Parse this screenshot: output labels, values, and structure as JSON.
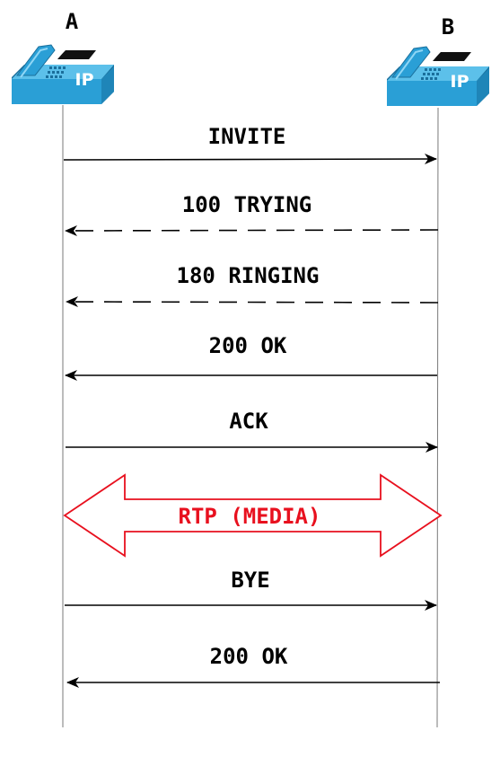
{
  "endpoints": {
    "a": {
      "label": "A",
      "icon": "ip-phone-icon",
      "badge": "IP"
    },
    "b": {
      "label": "B",
      "icon": "ip-phone-icon",
      "badge": "IP"
    }
  },
  "messages": [
    {
      "label": "INVITE",
      "direction": "a-to-b",
      "style": "solid"
    },
    {
      "label": "100 TRYING",
      "direction": "b-to-a",
      "style": "dashed"
    },
    {
      "label": "180 RINGING",
      "direction": "b-to-a",
      "style": "dashed"
    },
    {
      "label": "200 OK",
      "direction": "b-to-a",
      "style": "solid"
    },
    {
      "label": "ACK",
      "direction": "a-to-b",
      "style": "solid"
    }
  ],
  "media": {
    "label": "RTP (MEDIA)",
    "color": "#e8101e",
    "direction": "bidirectional"
  },
  "teardown": [
    {
      "label": "BYE",
      "direction": "a-to-b",
      "style": "solid"
    },
    {
      "label": "200 OK",
      "direction": "b-to-a",
      "style": "solid"
    }
  ],
  "colors": {
    "phone_main": "#2a9fd6",
    "phone_light": "#5cc0ea",
    "phone_dark": "#1a6f9c",
    "lifeline": "#7a7a7a",
    "arrow": "#000000"
  }
}
